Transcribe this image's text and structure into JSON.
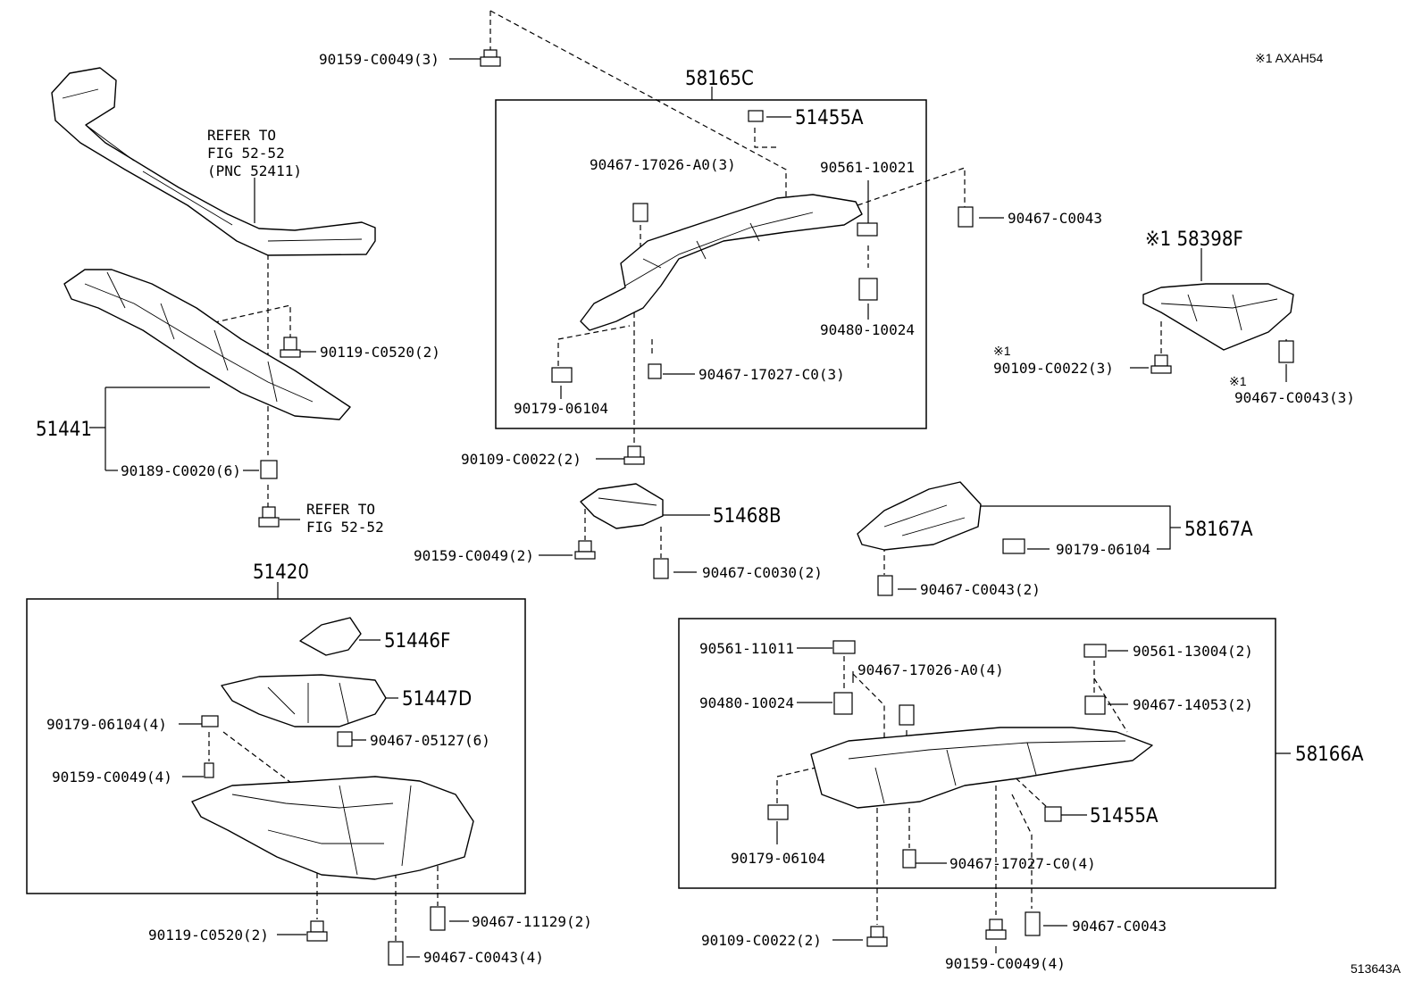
{
  "diagram": {
    "illustration_id": "513643A",
    "footnote": "※1 AXAH54",
    "labels": {
      "p_90159_C0049_3": "90159-C0049(3)",
      "p_58165C": "58165C",
      "p_51455A_top": "51455A",
      "p_90467_17026_A0_3": "90467-17026-A0(3)",
      "p_90561_10021": "90561-10021",
      "p_90467_C0043_top": "90467-C0043",
      "p_90480_10024_top": "90480-10024",
      "p_90467_17027_C0_3": "90467-17027-C0(3)",
      "p_90179_06104_top": "90179-06104",
      "p_90109_C0022_2_mid": "90109-C0022(2)",
      "refer_1": "REFER TO",
      "refer_2": "FIG 52-52",
      "refer_3": "(PNC 52411)",
      "refer_b1": "REFER TO",
      "refer_b2": "FIG 52-52",
      "p_90119_C0520_2_top": "90119-C0520(2)",
      "p_51441": "51441",
      "p_90189_C0020_6": "90189-C0020(6)",
      "p_58398F": "※1 58398F",
      "p_90109_C0022_3": "90109-C0022(3)",
      "note_x1a": "※1",
      "p_90467_C0043_3": "90467-C0043(3)",
      "note_x1b": "※1",
      "p_51468B": "51468B",
      "p_90159_C0049_2": "90159-C0049(2)",
      "p_90467_C0030_2": "90467-C0030(2)",
      "p_58167A": "58167A",
      "p_90179_06104_r": "90179-06104",
      "p_90467_C0043_2": "90467-C0043(2)",
      "p_51420": "51420",
      "p_51446F": "51446F",
      "p_51447D": "51447D",
      "p_90179_06104_4": "90179-06104(4)",
      "p_90467_05127_6": "90467-05127(6)",
      "p_90159_C0049_4_l": "90159-C0049(4)",
      "p_90119_C0520_2_b": "90119-C0520(2)",
      "p_90467_11129_2": "90467-11129(2)",
      "p_90467_C0043_4": "90467-C0043(4)",
      "p_90561_11011": "90561-11011",
      "p_90467_17026_A0_4": "90467-17026-A0(4)",
      "p_90561_13004_2": "90561-13004(2)",
      "p_90480_10024_b": "90480-10024",
      "p_90467_14053_2": "90467-14053(2)",
      "p_58166A": "58166A",
      "p_51455A_b": "51455A",
      "p_90179_06104_b": "90179-06104",
      "p_90467_17027_C0_4": "90467-17027-C0(4)",
      "p_90109_C0022_2_b": "90109-C0022(2)",
      "p_90467_C0043_b": "90467-C0043",
      "p_90159_C0049_4_b": "90159-C0049(4)"
    }
  }
}
